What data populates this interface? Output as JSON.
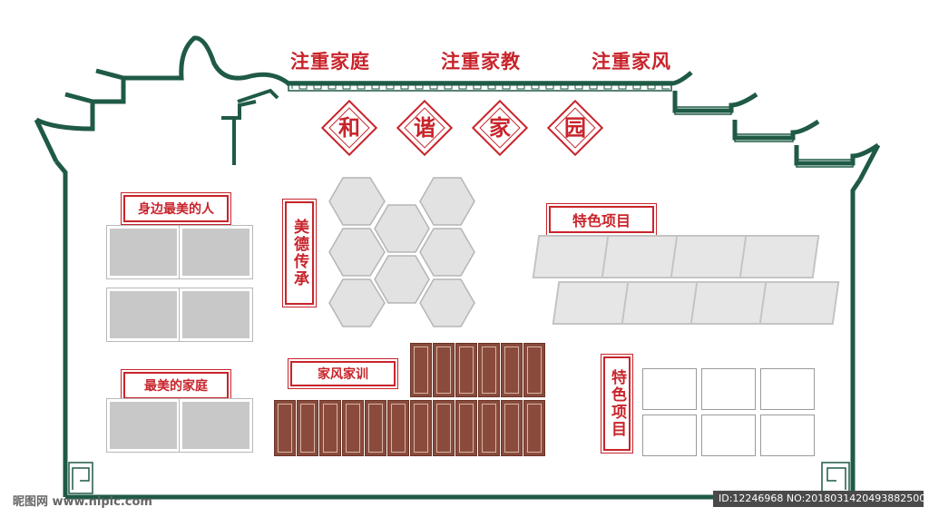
{
  "headline": [
    "注重家庭",
    "注重家教",
    "注重家风"
  ],
  "diamond_chars": [
    "和",
    "谐",
    "家",
    "园"
  ],
  "sections": {
    "most_beautiful_person": "身边最美的人",
    "most_beautiful_family": "最美的家庭",
    "virtue_inheritance": "美德传承",
    "family_tradition": "家风家训",
    "featured_projects_top": "特色项目",
    "featured_projects_side": "特色项目"
  },
  "watermark": {
    "left": "昵图网 www.nipic.com",
    "right": "ID:12246968 NO:20180314204938825000"
  },
  "colors": {
    "frame": "#1f5a45",
    "accent": "#c8242b",
    "board": "#8a4b3c",
    "photo": "#c8c8c8"
  }
}
